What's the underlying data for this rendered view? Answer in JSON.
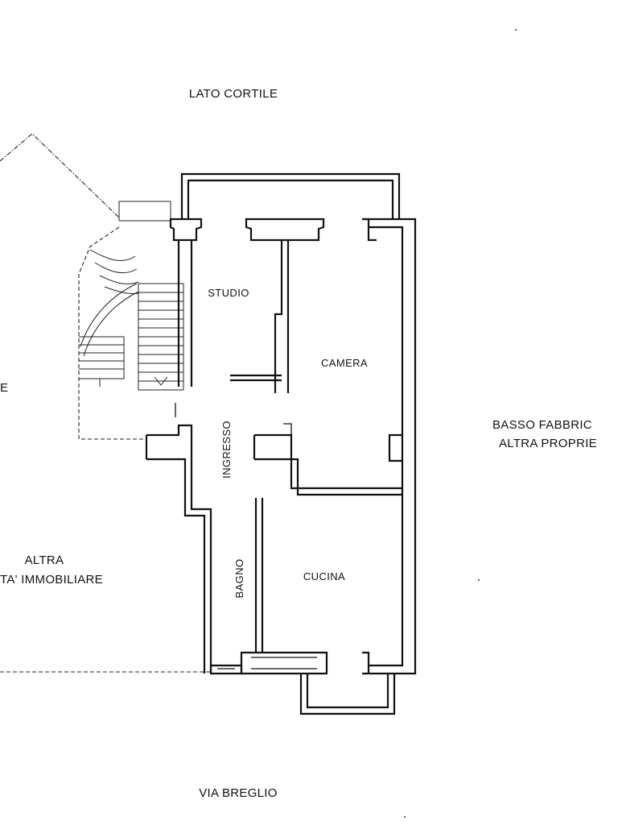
{
  "labels": {
    "top": "LATO CORTILE",
    "bottom": "VIA BREGLIO",
    "right_line1": "BASSO FABBRIC",
    "right_line2": "ALTRA PROPRIE",
    "left_line1": "ALTRA",
    "left_line2": "TA' IMMOBILIARE",
    "left_edge": "E"
  },
  "rooms": {
    "studio": "STUDIO",
    "camera": "CAMERA",
    "ingresso": "INGRESSO",
    "bagno": "BAGNO",
    "cucina": "CUCINA"
  },
  "colors": {
    "line": "#111111",
    "background": "#ffffff"
  }
}
